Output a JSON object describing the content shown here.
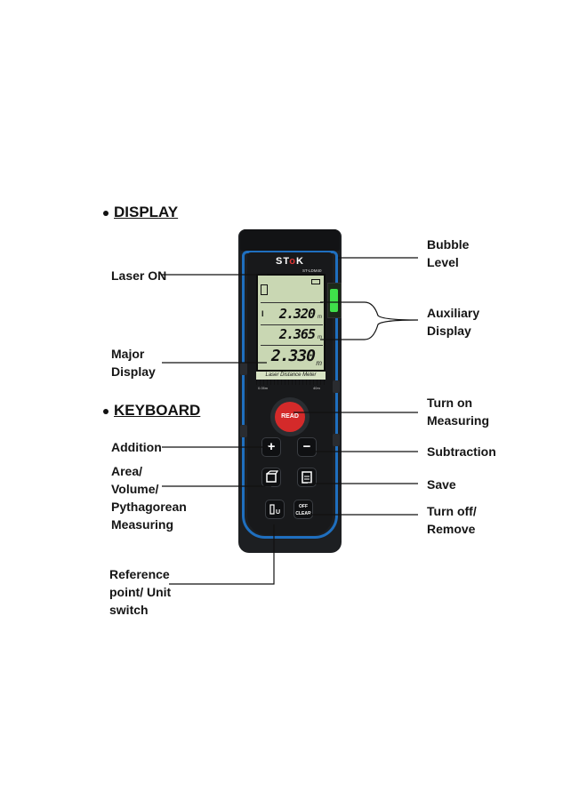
{
  "headings": {
    "display": "DISPLAY",
    "keyboard": "KEYBOARD"
  },
  "labels": {
    "laser_on": "Laser ON",
    "major_display": "Major\nDisplay",
    "addition": "Addition",
    "area_volume": "Area/\nVolume/\nPythagorean\nMeasuring",
    "reference_point": "Reference\npoint/ Unit\nswitch",
    "bubble_level": "Bubble\nLevel",
    "auxiliary_display": "Auxiliary\nDisplay",
    "turn_on": "Turn on\nMeasuring",
    "subtraction": "Subtraction",
    "save": "Save",
    "turn_off": "Turn off/\nRemove"
  },
  "device": {
    "brand_prefix": "ST",
    "brand_mid": "o",
    "brand_suffix": "K",
    "model": "ST-LDM40",
    "reading_1": "2.320",
    "reading_2": "2.365",
    "reading_3": "2.330",
    "unit": "m",
    "caption": "Laser Distance Meter",
    "range_min": "0.05m",
    "range_max": "40m",
    "read_button": "READ",
    "plus_key": "+",
    "minus_key": "−",
    "off_key": "OFF\nCLEAR"
  },
  "colors": {
    "accent_blue": "#1f6fbf",
    "read_red": "#d42a2a",
    "lcd": "#c9d7b3",
    "bubble_green": "#3fe04a"
  }
}
